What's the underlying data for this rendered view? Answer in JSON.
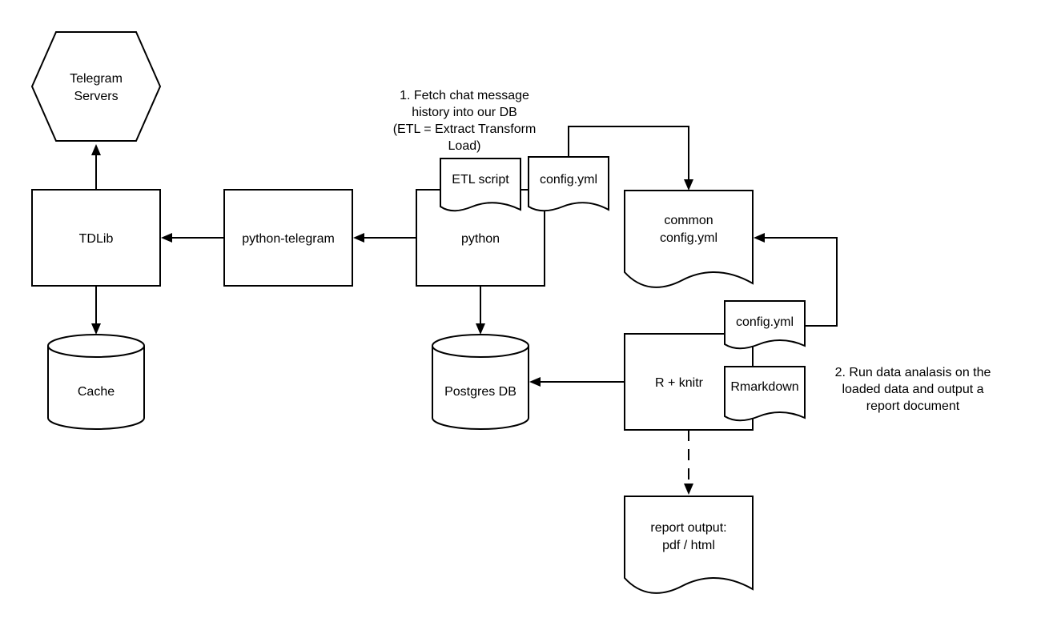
{
  "nodes": {
    "telegram_servers": [
      "Telegram",
      "Servers"
    ],
    "tdlib": "TDLib",
    "cache": "Cache",
    "python_telegram": "python-telegram",
    "python": "python",
    "etl_script": "ETL script",
    "config_python": "config.yml",
    "postgres": "Postgres DB",
    "common_config": [
      "common",
      "config.yml"
    ],
    "r_knitr": "R + knitr",
    "config_r": "config.yml",
    "rmarkdown": "Rmarkdown",
    "report_output": [
      "report output:",
      "pdf / html"
    ]
  },
  "notes": {
    "step1": [
      "1. Fetch chat message",
      "history into our DB",
      "(ETL = Extract Transform",
      "Load)"
    ],
    "step2": [
      "2. Run data analasis on the",
      "loaded data and output a",
      "report document"
    ]
  }
}
